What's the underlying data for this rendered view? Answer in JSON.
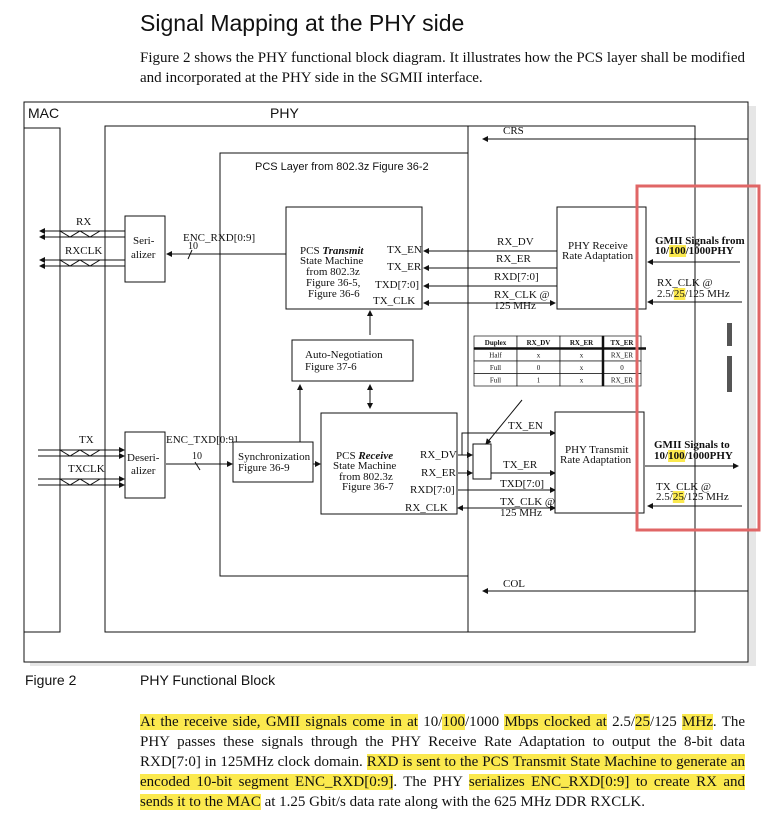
{
  "section_heading": "Signal Mapping at the PHY side",
  "intro_paragraph": "Figure 2 shows the PHY functional block diagram. It illustrates how the PCS layer shall be modified and incorporated at the PHY side in the SGMII interface.",
  "figure": {
    "mac_label": "MAC",
    "phy_label": "PHY",
    "pcs_layer_label": "PCS Layer from 802.3z Figure 36-2",
    "crs_label": "CRS",
    "col_label": "COL",
    "serializer": {
      "line1": "Seri-",
      "line2": "alizer"
    },
    "deserializer": {
      "line1": "Deseri-",
      "line2": "alizer"
    },
    "rx_label": "RX",
    "rxclk_label": "RXCLK",
    "tx_label": "TX",
    "txclk_label": "TXCLK",
    "enc_rxd_label": "ENC_RXD[0:9]",
    "enc_rxd_width": "10",
    "enc_txd_label": "ENC_TXD[0:9]",
    "enc_txd_width": "10",
    "pcs_transmit": {
      "line1a": "PCS ",
      "line1b": "Transmit",
      "line2": "State Machine",
      "line3": "from 802.3z",
      "line4": "Figure 36-5,",
      "line5": "Figure 36-6"
    },
    "pcs_transmit_ports": [
      "TX_EN",
      "TX_ER",
      "TXD[7:0]",
      "TX_CLK"
    ],
    "pcs_receive": {
      "line1a": "PCS ",
      "line1b": "Receive",
      "line2": "State Machine",
      "line3": "from 802.3z",
      "line4": "Figure 36-7"
    },
    "pcs_receive_ports": [
      "RX_DV",
      "RX_ER",
      "RXD[7:0]",
      "RX_CLK"
    ],
    "auto_negotiation": {
      "line1": "Auto-Negotiation",
      "line2": "Figure 37-6"
    },
    "synchronization": {
      "line1": "Synchronization",
      "line2": "Figure 36-9"
    },
    "phy_receive_rate": {
      "line1": "PHY Receive",
      "line2": "Rate Adaptation"
    },
    "phy_transmit_rate": {
      "line1": "PHY Transmit",
      "line2": "Rate Adaptation"
    },
    "rx_signals": [
      "RX_DV",
      "RX_ER",
      "RXD[7:0]",
      "RX_CLK @",
      "125 MHz"
    ],
    "tx_signals": [
      "TX_EN",
      "TX_ER",
      "TXD[7:0]",
      "TX_CLK @",
      "125 MHz"
    ],
    "gmii_from": {
      "line1": "GMII Signals from",
      "line2a": "10/",
      "line2b": "100",
      "line2c": "/1000PHY"
    },
    "rx_clk_rate": {
      "line1": "RX_CLK @",
      "line2a": "2.5/",
      "line2b": "25",
      "line2c": "/125 MHz"
    },
    "gmii_to": {
      "line1": "GMII Signals to",
      "line2a": "10/",
      "line2b": "100",
      "line2c": "/1000PHY"
    },
    "tx_clk_rate": {
      "line1": "TX_CLK @",
      "line2a": "2.5/",
      "line2b": "25",
      "line2c": "/125 MHz"
    },
    "duplex_table": {
      "headers": [
        "Duplex",
        "RX_DV",
        "RX_ER",
        "TX_ER"
      ],
      "rows": [
        [
          "Half",
          "x",
          "x",
          "RX_ER"
        ],
        [
          "Full",
          "0",
          "x",
          "0"
        ],
        [
          "Full",
          "1",
          "x",
          "RX_ER"
        ]
      ]
    },
    "highlight_color": "#fbe94e",
    "annotation_box_color": "#e06666"
  },
  "caption": {
    "number": "Figure 2",
    "title": "PHY Functional Block"
  },
  "body_paragraph": {
    "s1": "At the receive side, GMII signals come in at",
    "s2": " 10/",
    "s3": "100",
    "s4": "/1000 ",
    "s5": "Mbps clocked at",
    "s6": " 2.5/",
    "s7": "25",
    "s8": "/125 ",
    "s9": "MHz",
    "s10": ". The PHY passes these signals through the PHY Receive Rate Adaptation to output the 8-bit data RXD[7:0] in 125MHz clock domain. ",
    "s11": "RXD is sent to the PCS Transmit State Machine to generate an encoded 10-bit segment ENC_RXD[0:9]",
    "s12": ". The PHY ",
    "s13": "serializes ENC_RXD[0:9] to create RX and sends it to the MAC",
    "s14": " at 1.25 Gbit/s data rate along with the 625 MHz DDR RXCLK."
  }
}
